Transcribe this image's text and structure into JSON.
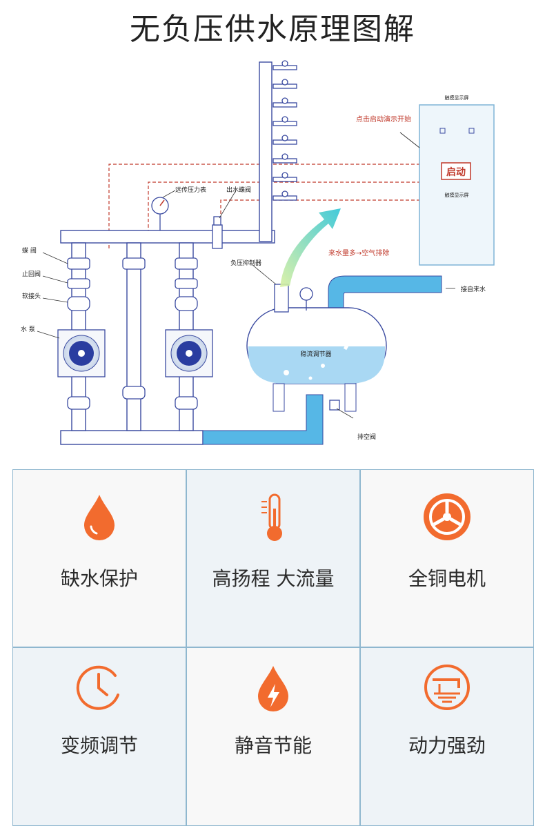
{
  "title": "无负压供水原理图解",
  "diagram": {
    "labels": {
      "butterfly_valve": "蝶 阀",
      "check_valve": "止回阀",
      "soft_joint": "软接头",
      "pump": "水 泵",
      "remote_gauge": "远传压力表",
      "outlet_valve": "出水蝶阀",
      "suppressor": "负压抑制器",
      "stabilizer": "稳流调节器",
      "drain_valve": "排空阀",
      "inlet": "接自来水",
      "air_note": "来水量多→空气排除",
      "demo_hint": "点击启动演示开始",
      "screen_top": "触摸显示屏",
      "screen_bottom": "触摸显示屏",
      "start_button": "启动"
    }
  },
  "features": [
    {
      "label": "缺水保护",
      "icon": "water-drop-icon"
    },
    {
      "label": "高扬程 大流量",
      "icon": "thermometer-icon"
    },
    {
      "label": "全铜电机",
      "icon": "fan-wheel-icon"
    },
    {
      "label": "变频调节",
      "icon": "clock-icon"
    },
    {
      "label": "静音节能",
      "icon": "energy-drop-icon"
    },
    {
      "label": "动力强劲",
      "icon": "faucet-icon"
    }
  ],
  "colors": {
    "accent": "#f26b2e",
    "pipe_blue": "#56b7e6",
    "water": "#a9d8f3",
    "outline": "#3a4aa0",
    "dashed_red": "#c0392b"
  }
}
